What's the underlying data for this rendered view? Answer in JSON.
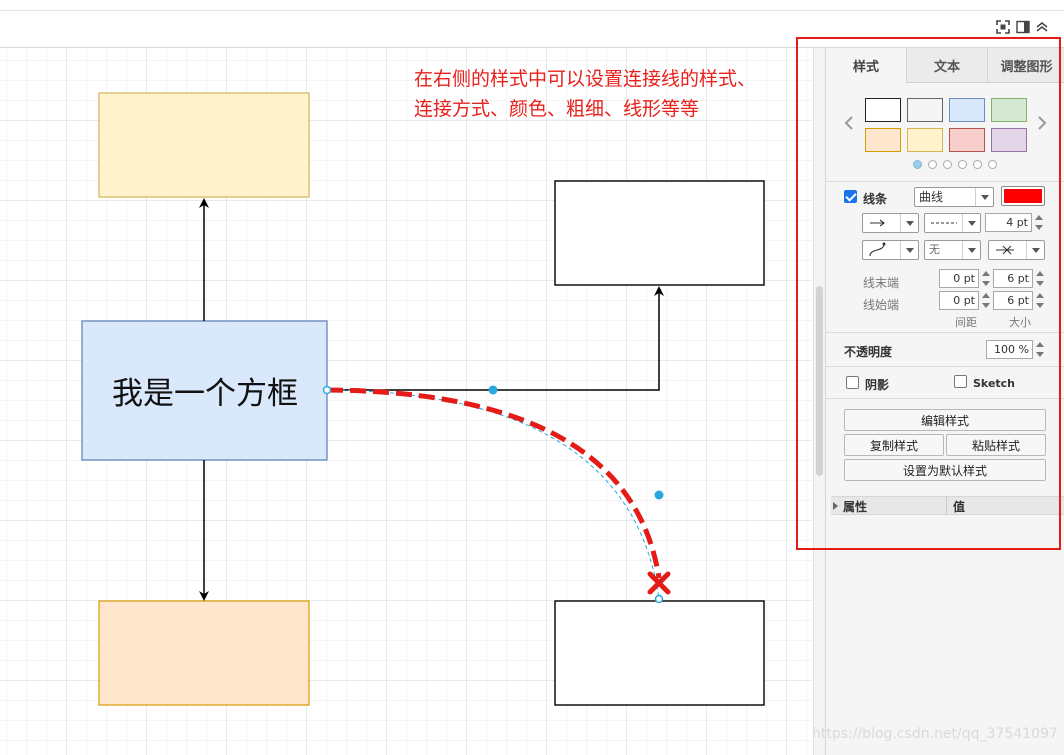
{
  "note": {
    "line1": "在右侧的样式中可以设置连接线的样式、",
    "line2": "连接方式、颜色、粗细、线形等等"
  },
  "shapes": {
    "center_label": "我是一个方框"
  },
  "colors": {
    "yellow_fill": "#fff2cc",
    "yellow_stroke": "#d6b656",
    "blue_fill": "#dae8fc",
    "blue_stroke": "#6c8ebf",
    "orange_fill": "#ffe6cc",
    "orange_stroke": "#d79b00",
    "edge_red": "#e51b17",
    "handle_blue": "#29a8e0"
  },
  "toolbar_icons": [
    "fit-page-icon",
    "format-panel-icon",
    "collapse-icon"
  ],
  "panel": {
    "tabs": [
      "样式",
      "文本",
      "调整图形"
    ],
    "line": {
      "label": "线条",
      "style_value": "曲线",
      "width_value": "4 pt",
      "waypoints_value": "无"
    },
    "line_end_label": "线末端",
    "line_start_label": "线始端",
    "end_spacing": "0 pt",
    "end_size": "6 pt",
    "start_spacing": "0 pt",
    "start_size": "6 pt",
    "spacing_label": "间距",
    "size_label": "大小",
    "opacity_label": "不透明度",
    "opacity_value": "100 %",
    "shadow_label": "阴影",
    "sketch_label": "Sketch",
    "buttons": {
      "edit_style": "编辑样式",
      "copy_style": "复制样式",
      "paste_style": "粘贴样式",
      "set_default": "设置为默认样式"
    },
    "table": {
      "col_property": "属性",
      "col_value": "值"
    }
  },
  "watermark": "https://blog.csdn.net/qq_37541097"
}
